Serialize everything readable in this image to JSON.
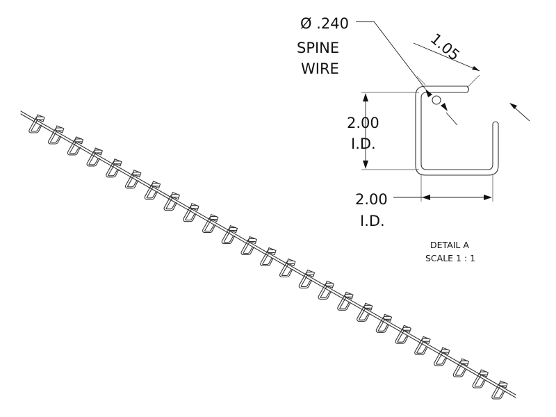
{
  "spine_wire": {
    "diameter_label": "Ø .240",
    "line1": "SPINE",
    "line2": "WIRE"
  },
  "dimensions": {
    "height_value": "2.00",
    "height_unit": "I.D.",
    "width_value": "2.00",
    "width_unit": "I.D.",
    "lip_length": "1.05"
  },
  "detail": {
    "title": "DETAIL  A",
    "scale": "SCALE 1 : 1"
  },
  "assembly": {
    "hook_count": 25
  }
}
